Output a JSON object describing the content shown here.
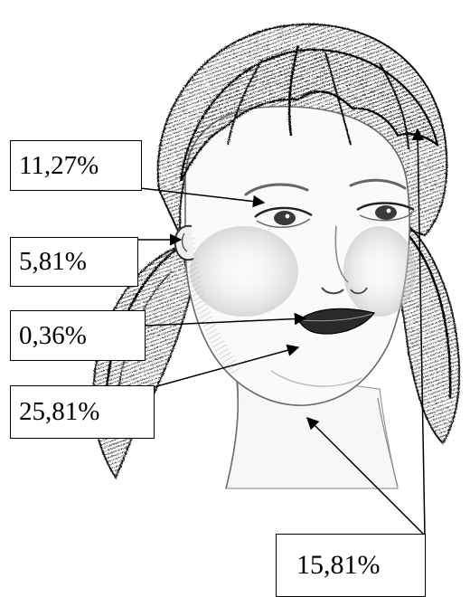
{
  "figure": {
    "subject": "pencil-sketch-girl-portrait",
    "labels": {
      "eyes": "11,27%",
      "ear": "5,81%",
      "mouth": "0,36%",
      "chin": "25,81%",
      "hair": "15,81%"
    },
    "colors": {
      "ink": "#000000",
      "hair_dark": "#1c1c1c",
      "hair_mid": "#4a4a4a",
      "skin_shadow": "#9a9a9a",
      "background": "#ffffff"
    }
  }
}
